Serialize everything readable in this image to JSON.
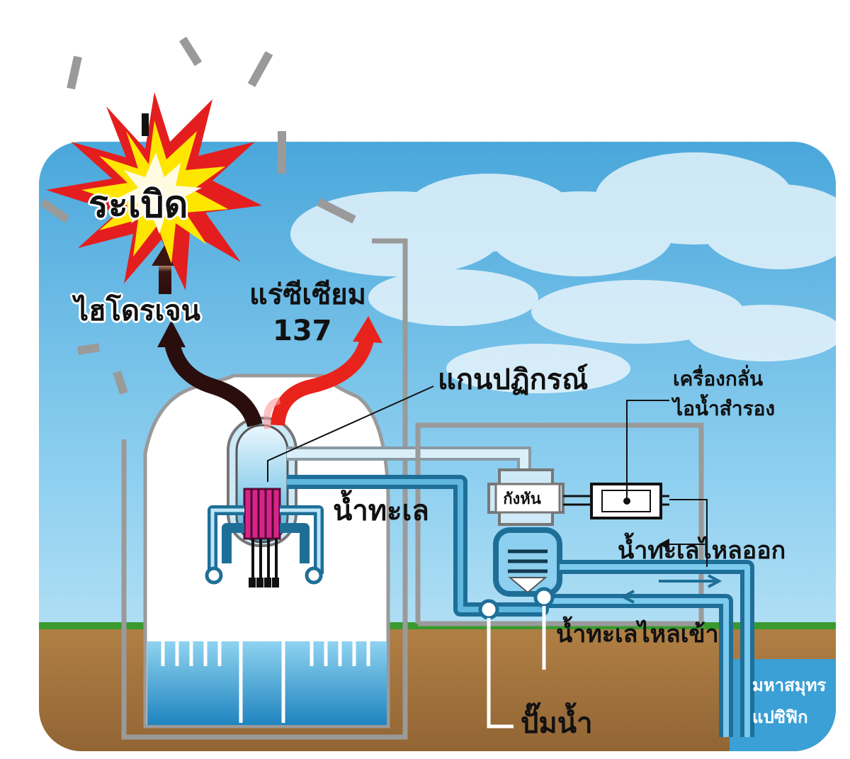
{
  "labels": {
    "explosion": "ระเบิด",
    "hydrogen": "ไฮโดรเจน",
    "cesium": "แร่ซีเซียม",
    "cesium_number": "137",
    "reactor_core": "แกนปฏิกรณ์",
    "condenser_line1": "เครื่องกลั่น",
    "condenser_line2": "ไอน้ำสำรอง",
    "turbine": "กังหัน",
    "seawater": "น้ำทะเล",
    "seawater_out": "น้ำทะเลไหลออก",
    "seawater_in": "น้ำทะเลไหลเข้า",
    "pump": "ปั๊มน้ำ",
    "ocean_line1": "มหาสมุทร",
    "ocean_line2": "แปซิฟิก"
  },
  "colors": {
    "sky": "#5ab4e0",
    "ground": "#a5773f",
    "grass": "#3a9a2e",
    "water": "#2b8ec4",
    "pipe": "#1e6f98",
    "hydrogen_arrow": "#2a0e0e",
    "cesium_arrow": "#e8231c",
    "explosion_red": "#e41e1e",
    "explosion_yellow": "#ffe600"
  }
}
